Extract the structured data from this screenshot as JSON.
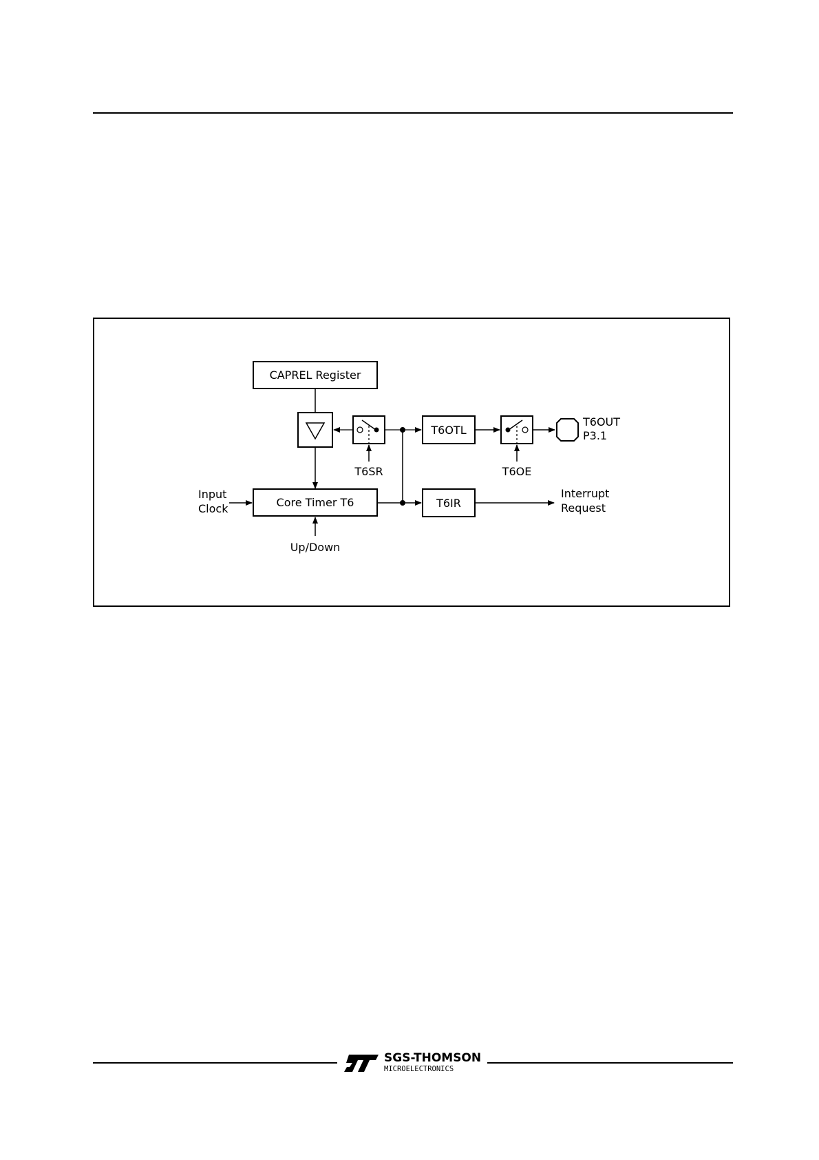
{
  "diagram": {
    "blocks": {
      "caprel": "CAPREL Register",
      "core_timer": "Core Timer T6",
      "t6otl": "T6OTL",
      "t6ir": "T6IR"
    },
    "labels": {
      "input_line1": "Input",
      "input_line2": "Clock",
      "up_down": "Up/Down",
      "t6sr": "T6SR",
      "t6oe": "T6OE",
      "t6out_line1": "T6OUT",
      "t6out_line2": "P3.1",
      "interrupt_line1": "Interrupt",
      "interrupt_line2": "Request"
    }
  },
  "footer": {
    "logo_mark": "ST",
    "brand_line1": "SGS-THOMSON",
    "brand_line2": "MICROELECTRONICS"
  }
}
